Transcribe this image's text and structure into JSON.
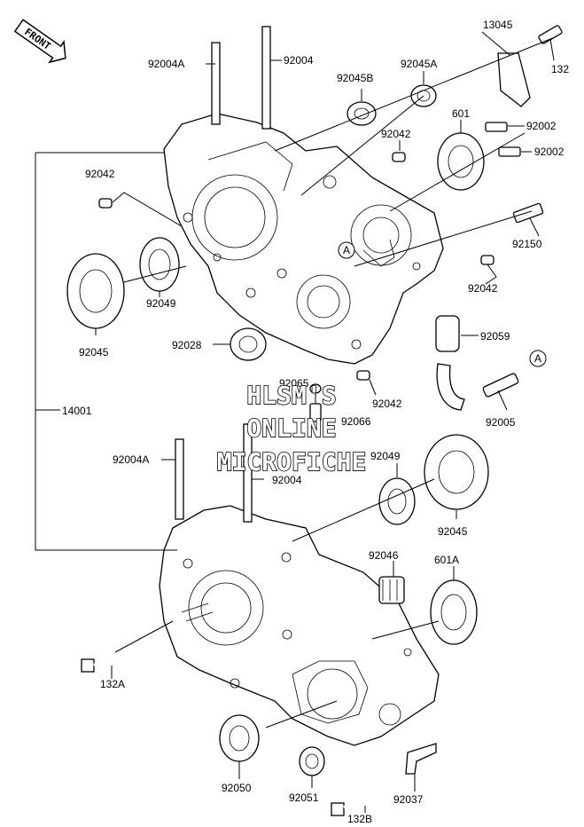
{
  "direction_badge": "FRONT",
  "callout_marker": "A",
  "watermark": {
    "line1": "HLSM'S",
    "line2": "ONLINE",
    "line3": "MICROFICHE"
  },
  "parts": {
    "p13045": "13045",
    "p132": "132",
    "p92004A_top": "92004A",
    "p92004_top": "92004",
    "p92045A": "92045A",
    "p92045B": "92045B",
    "p601": "601",
    "p92002_a": "92002",
    "p92002_b": "92002",
    "p92042_a": "92042",
    "p92042_b": "92042",
    "p92042_c": "92042",
    "p92042_d": "92042",
    "p92150": "92150",
    "p92049_top": "92049",
    "p92045_top": "92045",
    "p92028": "92028",
    "p92059": "92059",
    "p92065": "92065",
    "p92066": "92066",
    "p92005": "92005",
    "p14001": "14001",
    "p92004A_bot": "92004A",
    "p92004_bot": "92004",
    "p92049_bot": "92049",
    "p92045_bot": "92045",
    "p92046": "92046",
    "p601A": "601A",
    "p132A": "132A",
    "p92050": "92050",
    "p92051": "92051",
    "p92037": "92037",
    "p132B": "132B"
  }
}
